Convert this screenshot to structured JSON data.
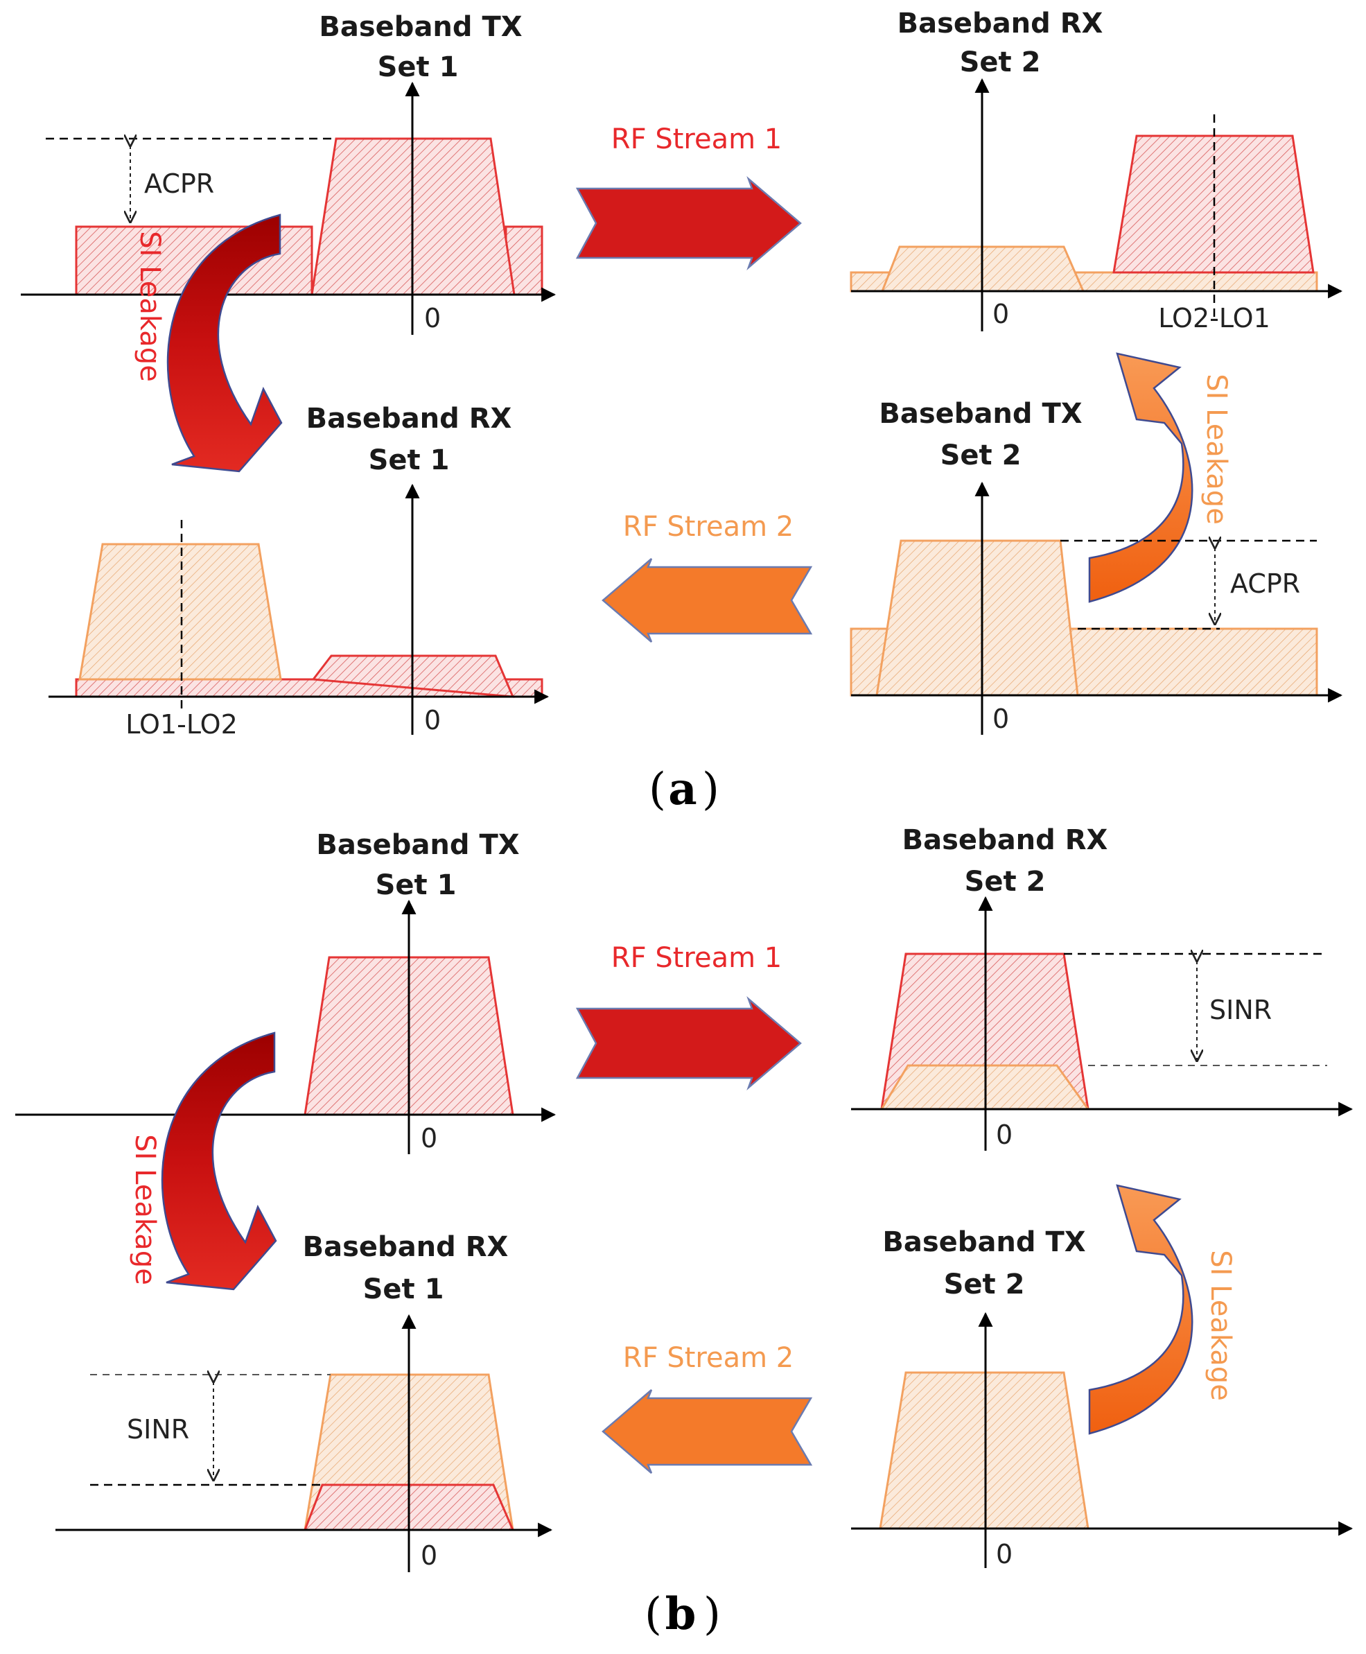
{
  "colors": {
    "red": "#e8282b",
    "dark_red": "#a00000",
    "orange": "#f47a2a",
    "orange_text": "#f49a50"
  },
  "part_a": {
    "caption": "a",
    "tx1": {
      "line1": "Baseband TX",
      "line2": "Set 1",
      "zero": "0",
      "acpr": "ACPR"
    },
    "rx2": {
      "line1": "Baseband RX",
      "line2": "Set 2",
      "zero": "0",
      "lo": "LO2-LO1"
    },
    "rx1": {
      "line1": "Baseband RX",
      "line2": "Set 1",
      "zero": "0",
      "lo": "LO1-LO2"
    },
    "tx2": {
      "line1": "Baseband TX",
      "line2": "Set 2",
      "zero": "0",
      "acpr": "ACPR"
    },
    "rf1": "RF Stream 1",
    "rf2": "RF Stream 2",
    "si_left": "SI Leakage",
    "si_right": "SI Leakage"
  },
  "part_b": {
    "caption": "b",
    "tx1": {
      "line1": "Baseband TX",
      "line2": "Set 1",
      "zero": "0"
    },
    "rx2": {
      "line1": "Baseband RX",
      "line2": "Set 2",
      "zero": "0",
      "sinr": "SINR"
    },
    "rx1": {
      "line1": "Baseband RX",
      "line2": "Set 1",
      "zero": "0",
      "sinr": "SINR"
    },
    "tx2": {
      "line1": "Baseband TX",
      "line2": "Set 2",
      "zero": "0"
    },
    "rf1": "RF Stream 1",
    "rf2": "RF Stream 2",
    "si_left": "SI Leakage",
    "si_right": "SI Leakage"
  }
}
